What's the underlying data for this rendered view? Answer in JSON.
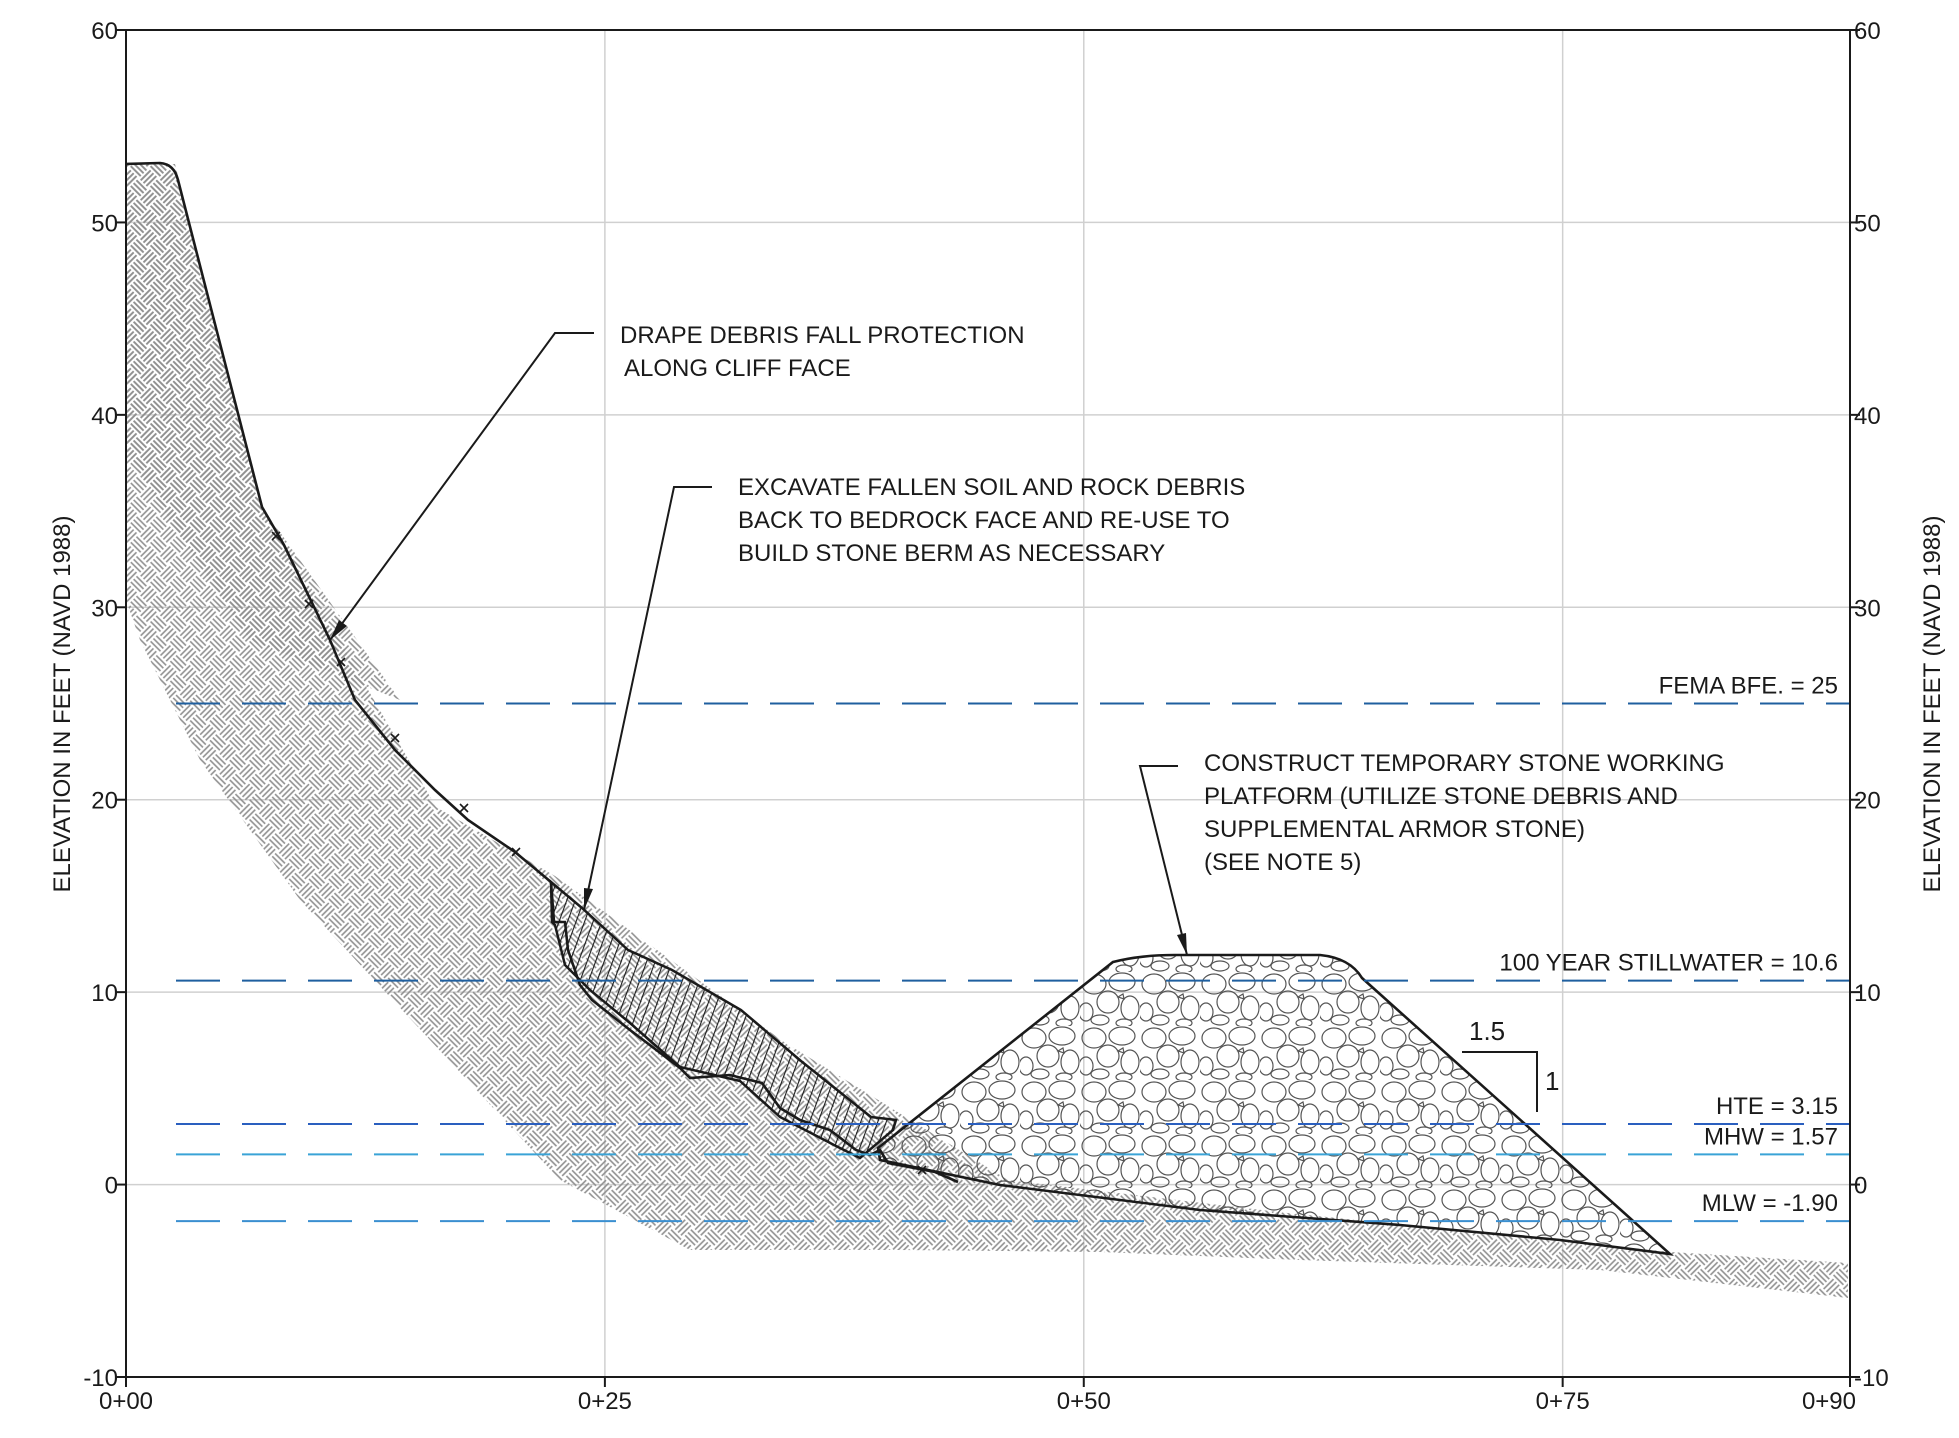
{
  "axes": {
    "y_title_left": "ELEVATION IN FEET (NAVD 1988)",
    "y_title_right": "ELEVATION  IN FEET (NAVD 1988)",
    "y_ticks": [
      "60",
      "50",
      "40",
      "30",
      "20",
      "10",
      "0",
      "-10"
    ],
    "x_ticks": [
      "0+00",
      "0+25",
      "0+50",
      "0+75",
      "0+90"
    ],
    "y_range": [
      -10,
      60
    ],
    "x_range": [
      0,
      90
    ],
    "grid": "on"
  },
  "notes": {
    "drape": [
      "DRAPE DEBRIS FALL PROTECTION",
      "ALONG CLIFF FACE"
    ],
    "excavate": [
      "EXCAVATE FALLEN SOIL AND ROCK DEBRIS",
      "BACK TO BEDROCK  FACE AND RE-USE TO",
      "BUILD STONE BERM AS NECESSARY"
    ],
    "platform": [
      "CONSTRUCT TEMPORARY  STONE WORKING",
      "PLATFORM (UTILIZE STONE DEBRIS AND",
      "SUPPLEMENTAL ARMOR STONE)",
      "(SEE NOTE 5)"
    ]
  },
  "water_levels": [
    {
      "label": "FEMA BFE. = 25",
      "elevation": 25,
      "color": "#1f5f9f"
    },
    {
      "label": "100 YEAR STILLWATER = 10.6",
      "elevation": 10.6,
      "color": "#1f5f9f"
    },
    {
      "label": "HTE = 3.15",
      "elevation": 3.15,
      "color": "#2a5fbf"
    },
    {
      "label": "MHW = 1.57",
      "elevation": 1.57,
      "color": "#3aa3d6"
    },
    {
      "label": "MLW = -1.90",
      "elevation": -1.9,
      "color": "#3a8fd0"
    }
  ],
  "slope": {
    "horizontal": "1.5",
    "vertical": "1"
  },
  "colors": {
    "grid": "#d0d0d0",
    "outline": "#1a1a1a",
    "bedrock_hatch": "#8a8a8a"
  }
}
